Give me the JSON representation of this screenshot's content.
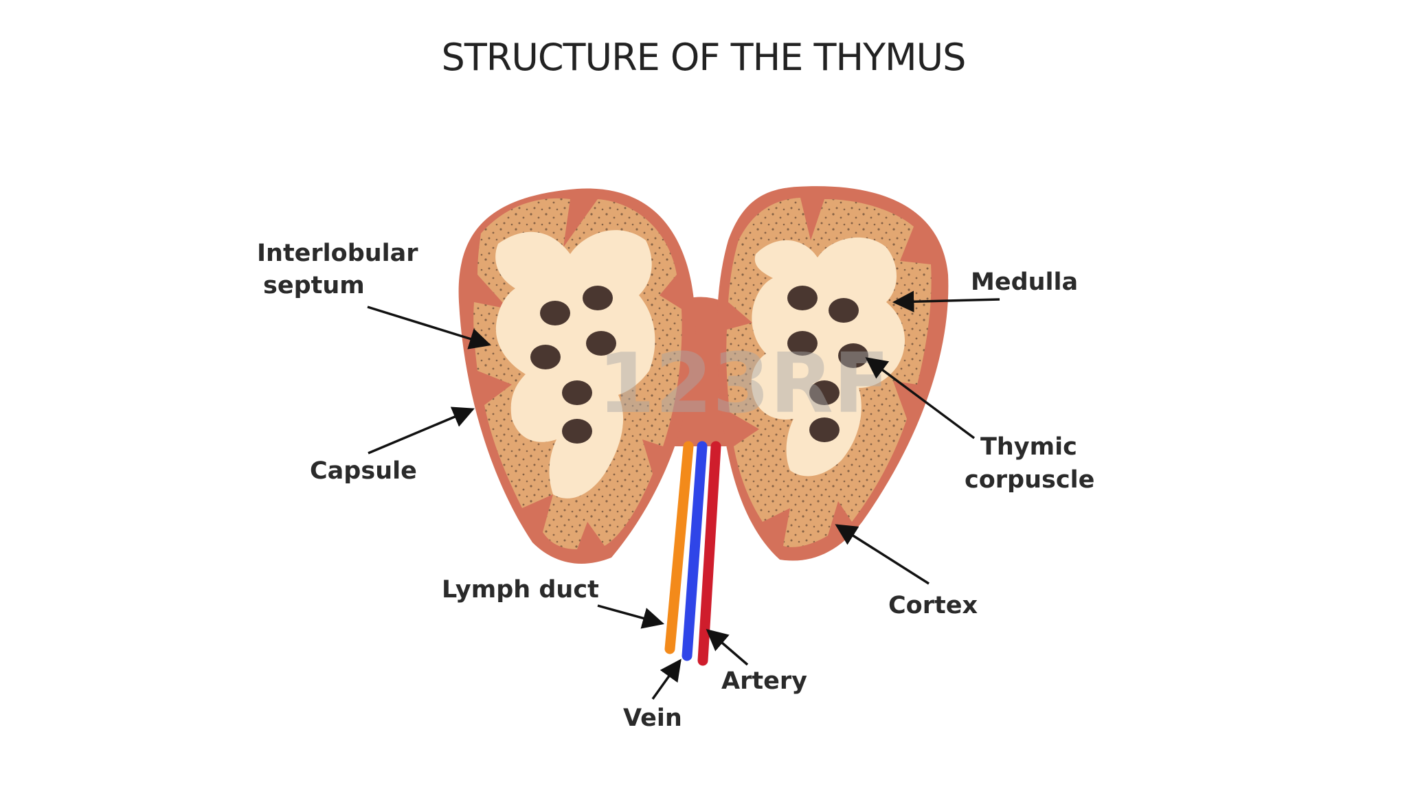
{
  "title": "STRUCTURE OF THE THYMUS",
  "labels": {
    "interlobular_septum_line1": "Interlobular",
    "interlobular_septum_line2": "septum",
    "capsule": "Capsule",
    "medulla": "Medulla",
    "thymic_corpuscle_line1": "Thymic",
    "thymic_corpuscle_line2": "corpuscle",
    "cortex": "Cortex",
    "lymph_duct": "Lymph duct",
    "vein": "Vein",
    "artery": "Artery"
  },
  "watermark": "123RF",
  "colors": {
    "capsule": "#d4715a",
    "cortex": "#e2a772",
    "medulla": "#fbe6c8",
    "corpuscle": "#4a3730",
    "lymph_duct": "#f38a1a",
    "vein": "#2f45e8",
    "artery": "#cf1d2c",
    "text": "#2a2a2a"
  }
}
